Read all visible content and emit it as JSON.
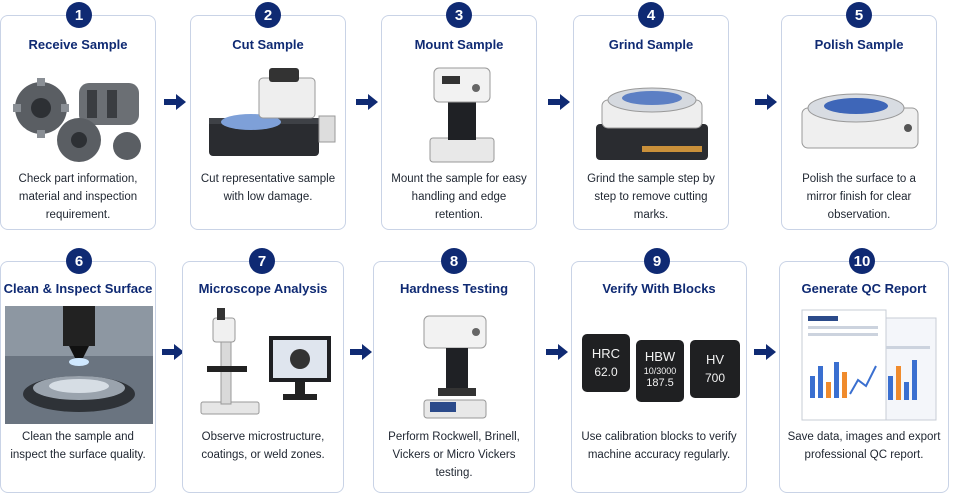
{
  "steps": [
    {
      "number": "1",
      "title": "Receive Sample",
      "desc": "Check part information, material and inspection requirement."
    },
    {
      "number": "2",
      "title": "Cut Sample",
      "desc": "Cut representative sample with low damage."
    },
    {
      "number": "3",
      "title": "Mount Sample",
      "desc": "Mount the sample for easy handling and edge retention."
    },
    {
      "number": "4",
      "title": "Grind Sample",
      "desc": "Grind the sample step by step to remove cutting marks."
    },
    {
      "number": "5",
      "title": "Polish Sample",
      "desc": "Polish the surface to a mirror finish for clear observation."
    },
    {
      "number": "6",
      "title": "Clean & Inspect Surface",
      "desc": "Clean the sample and inspect the surface quality."
    },
    {
      "number": "7",
      "title": "Microscope Analysis",
      "desc": "Observe microstructure, coatings, or weld zones."
    },
    {
      "number": "8",
      "title": "Hardness Testing",
      "desc": "Perform Rockwell, Brinell, Vickers or Micro Vickers testing."
    },
    {
      "number": "9",
      "title": "Verify With Blocks",
      "desc": "Use calibration blocks to verify machine accuracy regularly."
    },
    {
      "number": "10",
      "title": "Generate QC Report",
      "desc": "Save data, images and export professional QC report."
    }
  ],
  "blocks": [
    {
      "label": "HRC",
      "value": "62.0"
    },
    {
      "label": "HBW",
      "sub": "10/3000",
      "value": "187.5"
    },
    {
      "label": "HV",
      "value": "700"
    }
  ],
  "colors": {
    "accent": "#0f2a73",
    "border": "#c9d3e6",
    "arrow": "#0f2a73"
  }
}
